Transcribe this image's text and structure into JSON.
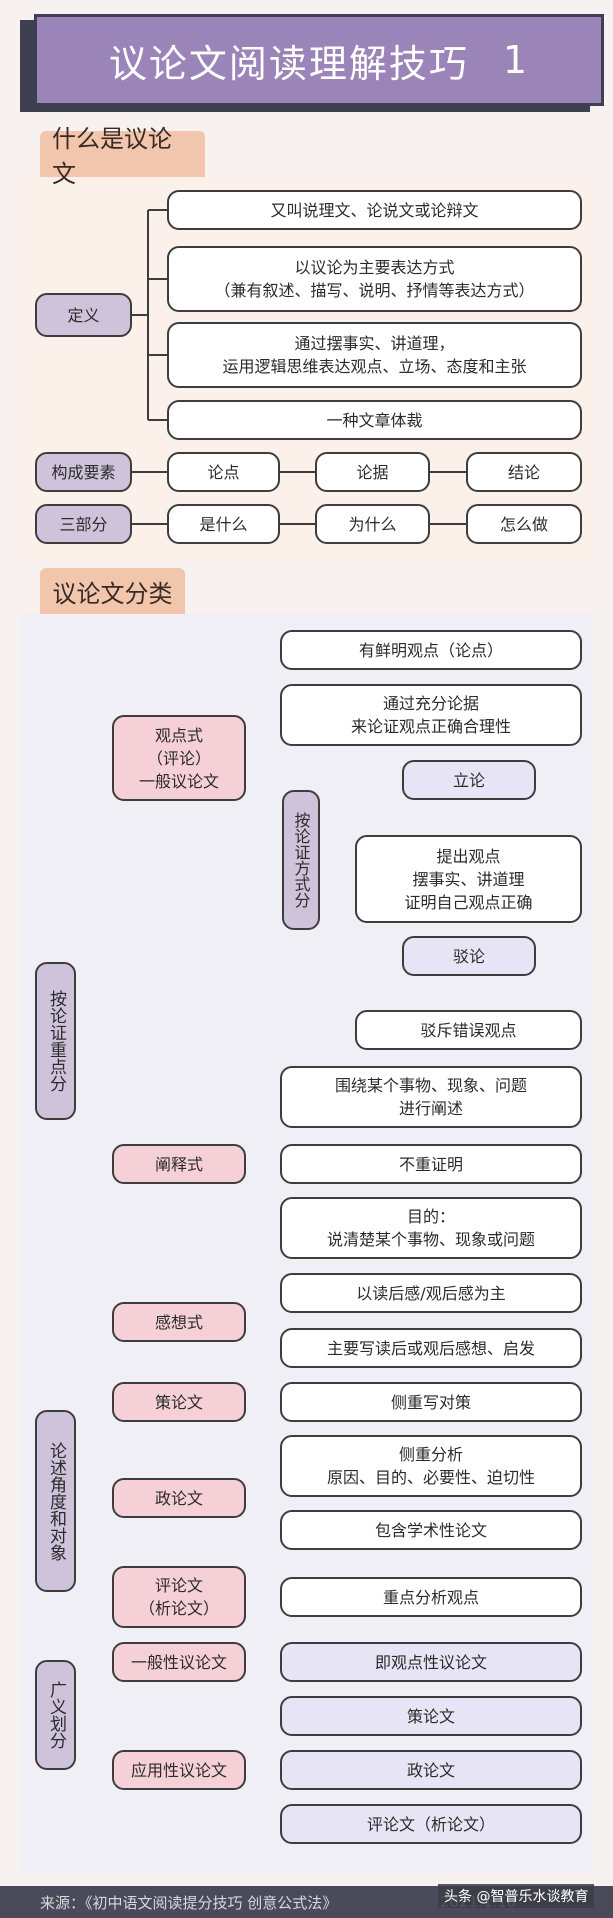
{
  "header": {
    "title": "议论文阅读理解技巧",
    "number": "1"
  },
  "section1": {
    "heading": "什么是议论文",
    "definition": {
      "label": "定义",
      "items": [
        "又叫说理文、论说文或论辩文",
        "以议论为主要表达方式\n（兼有叙述、描写、说明、抒情等表达方式）",
        "通过摆事实、讲道理，\n运用逻辑思维表达观点、立场、态度和主张",
        "一种文章体裁"
      ]
    },
    "elements": {
      "label": "构成要素",
      "items": [
        "论点",
        "论据",
        "结论"
      ]
    },
    "three_parts": {
      "label": "三部分",
      "items": [
        "是什么",
        "为什么",
        "怎么做"
      ]
    }
  },
  "section2": {
    "heading": "议论文分类",
    "by_focus": {
      "label": "按论证重点分",
      "viewpoint": {
        "label": "观点式\n（评论）\n一般议论文",
        "items": [
          "有鲜明观点（论点）",
          "通过充分论据\n来论证观点正确合理性"
        ],
        "by_method": {
          "label": "按论证方式分",
          "establish": {
            "label": "立论",
            "desc": "提出观点\n摆事实、讲道理\n证明自己观点正确"
          },
          "refute": {
            "label": "驳论",
            "desc": "驳斥错误观点"
          }
        }
      },
      "explanatory": {
        "label": "阐释式",
        "items": [
          "围绕某个事物、现象、问题\n进行阐述",
          "不重证明",
          "目的：\n说清楚某个事物、现象或问题"
        ]
      },
      "reflective": {
        "label": "感想式",
        "items": [
          "以读后感/观后感为主",
          "主要写读后或观后感想、启发"
        ]
      }
    },
    "by_angle": {
      "label": "论述角度和对象",
      "policy": {
        "label": "策论文",
        "items": [
          "侧重写对策"
        ]
      },
      "political": {
        "label": "政论文",
        "items": [
          "侧重分析\n原因、目的、必要性、迫切性",
          "包含学术性论文"
        ]
      },
      "commentary": {
        "label": "评论文\n（析论文）",
        "items": [
          "重点分析观点"
        ]
      }
    },
    "broad": {
      "label": "广义划分",
      "general": {
        "label": "一般性议论文",
        "items": [
          "即观点性议论文"
        ]
      },
      "applied": {
        "label": "应用性议论文",
        "items": [
          "策论文",
          "政论文",
          "评论文（析论文）"
        ]
      }
    }
  },
  "footer": {
    "source": "来源：《初中语文阅读提分技巧 创意公式法》",
    "date": "2021.1.10",
    "watermark": "头条 @智普乐水谈教育"
  }
}
